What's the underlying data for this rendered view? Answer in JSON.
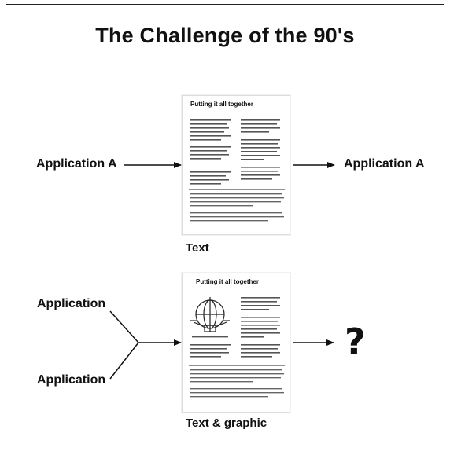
{
  "title": "The Challenge of the 90's",
  "top_row": {
    "input_label": "Application A",
    "output_label": "Application A",
    "doc_title": "Putting it all together",
    "caption": "Text"
  },
  "bottom_row": {
    "input_labels": [
      "Application",
      "Application"
    ],
    "output_label": "?",
    "doc_title": "Putting it all together",
    "caption": "Text & graphic"
  }
}
